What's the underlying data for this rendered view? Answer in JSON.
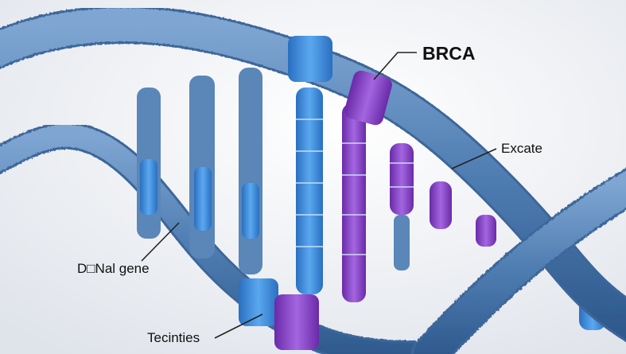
{
  "labels": {
    "main": "BRCA",
    "right": "Excate",
    "left": "D□Nal gene",
    "bottom": "Tecinties"
  },
  "colors": {
    "background": "#eef0f4",
    "backbone": "#5a86b8",
    "backbone_dark": "#3d6699",
    "rung_blue": "#3f8fe0",
    "rung_purple": "#8a44cc",
    "leader_line": "#222222"
  }
}
